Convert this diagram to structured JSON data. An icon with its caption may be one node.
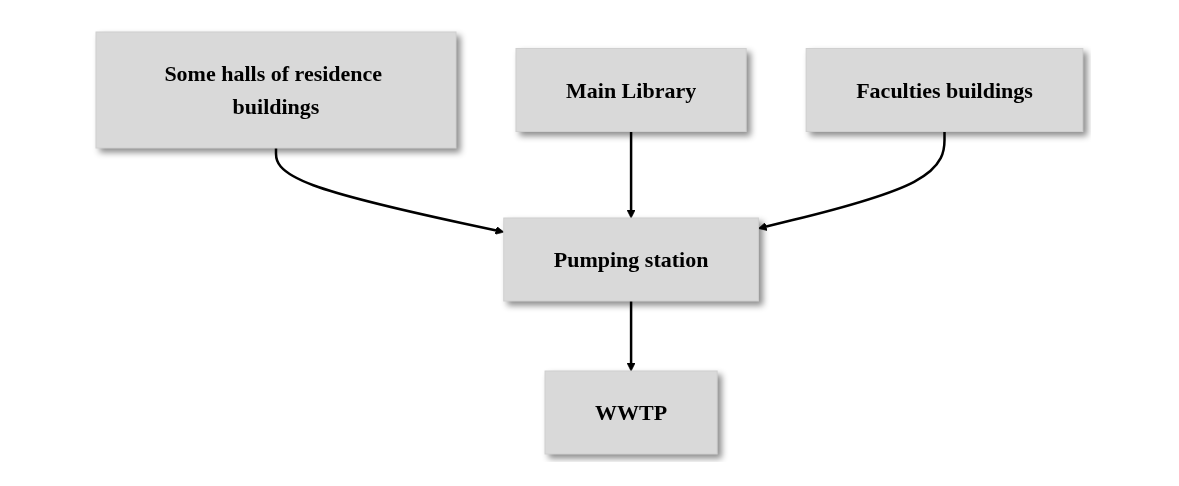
{
  "diagram": {
    "nodes": [
      {
        "text": [
          "Some halls of residence buildings"
        ]
      },
      {
        "text": [
          "Main Library"
        ]
      },
      {
        "text": [
          "Faculties buildings"
        ]
      },
      {
        "text": [
          "Pumping station"
        ]
      },
      {
        "text": [
          "WWTP"
        ]
      }
    ],
    "edges": [
      {
        "from": 0,
        "to": 3,
        "arrow": "to"
      },
      {
        "from": 1,
        "to": 3,
        "arrow": "to"
      },
      {
        "from": 2,
        "to": 3,
        "arrow": "to"
      },
      {
        "from": 3,
        "to": 4,
        "arrow": "to"
      }
    ]
  }
}
